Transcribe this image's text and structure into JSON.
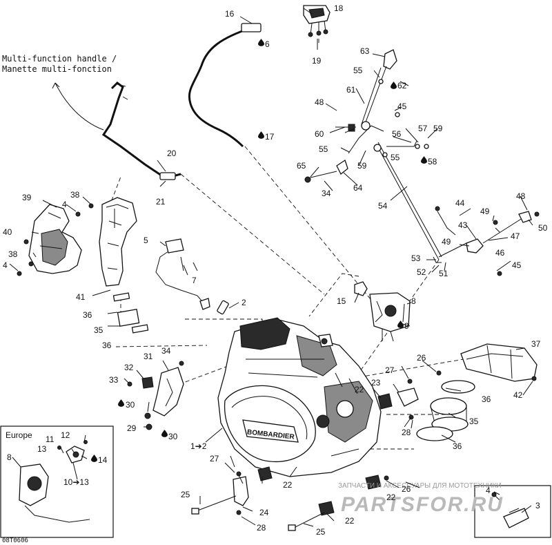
{
  "caption": {
    "line1": "Multi-function handle /",
    "line2": "Manette multi-fonction"
  },
  "inset_label": "Europe",
  "image_ref": "08T0606",
  "watermark": {
    "text": "ЗАПЧАСТИ И АКСЕССУАРЫ ДЛЯ МОТОТЕХНИКИ",
    "logo": "PARTSFOR.RU"
  },
  "callouts": {
    "c1": "1➔2",
    "c2": "2",
    "c3": "3",
    "c4a": "4",
    "c4b": "4",
    "c4c": "4",
    "c5": "5",
    "c6": "6",
    "c7": "7",
    "c8": "8",
    "c8b": "8",
    "c9": "9",
    "c10": "10➔13",
    "c11": "11",
    "c12": "12",
    "c13": "13",
    "c14": "14",
    "c15": "15",
    "c16": "16",
    "c17": "17",
    "c18": "18",
    "c19": "19",
    "c20": "20",
    "c21": "21",
    "c22a": "22",
    "c22b": "22",
    "c22c": "22",
    "c22d": "22",
    "c23": "23",
    "c24": "24",
    "c25a": "25",
    "c25b": "25",
    "c26a": "26",
    "c26b": "26",
    "c27a": "27",
    "c27b": "27",
    "c28a": "28",
    "c28b": "28",
    "c29": "29",
    "c30a": "30",
    "c30b": "30",
    "c31": "31",
    "c32": "32",
    "c33": "33",
    "c34": "34",
    "c34b": "34",
    "c35a": "35",
    "c35b": "35",
    "c36a": "36",
    "c36b": "36",
    "c36c": "36",
    "c36d": "36",
    "c37": "37",
    "c38a": "38",
    "c38b": "38",
    "c39": "39",
    "c40": "40",
    "c41": "41",
    "c42": "42",
    "c43": "43",
    "c44": "44",
    "c45a": "45",
    "c45b": "45",
    "c46": "46",
    "c47": "47",
    "c48a": "48",
    "c48b": "48",
    "c49a": "49",
    "c49b": "49",
    "c50": "50",
    "c51": "51",
    "c52": "52",
    "c53": "53",
    "c54": "54",
    "c55a": "55",
    "c55b": "55",
    "c55c": "55",
    "c56": "56",
    "c57": "57",
    "c58": "58",
    "c59a": "59",
    "c59b": "59",
    "c60": "60",
    "c61": "61",
    "c62": "62",
    "c63": "63",
    "c64": "64",
    "c65": "65"
  },
  "icons": {
    "sealant_drop": "drop-icon",
    "engine_brand_plate": "engine-badge-icon"
  }
}
